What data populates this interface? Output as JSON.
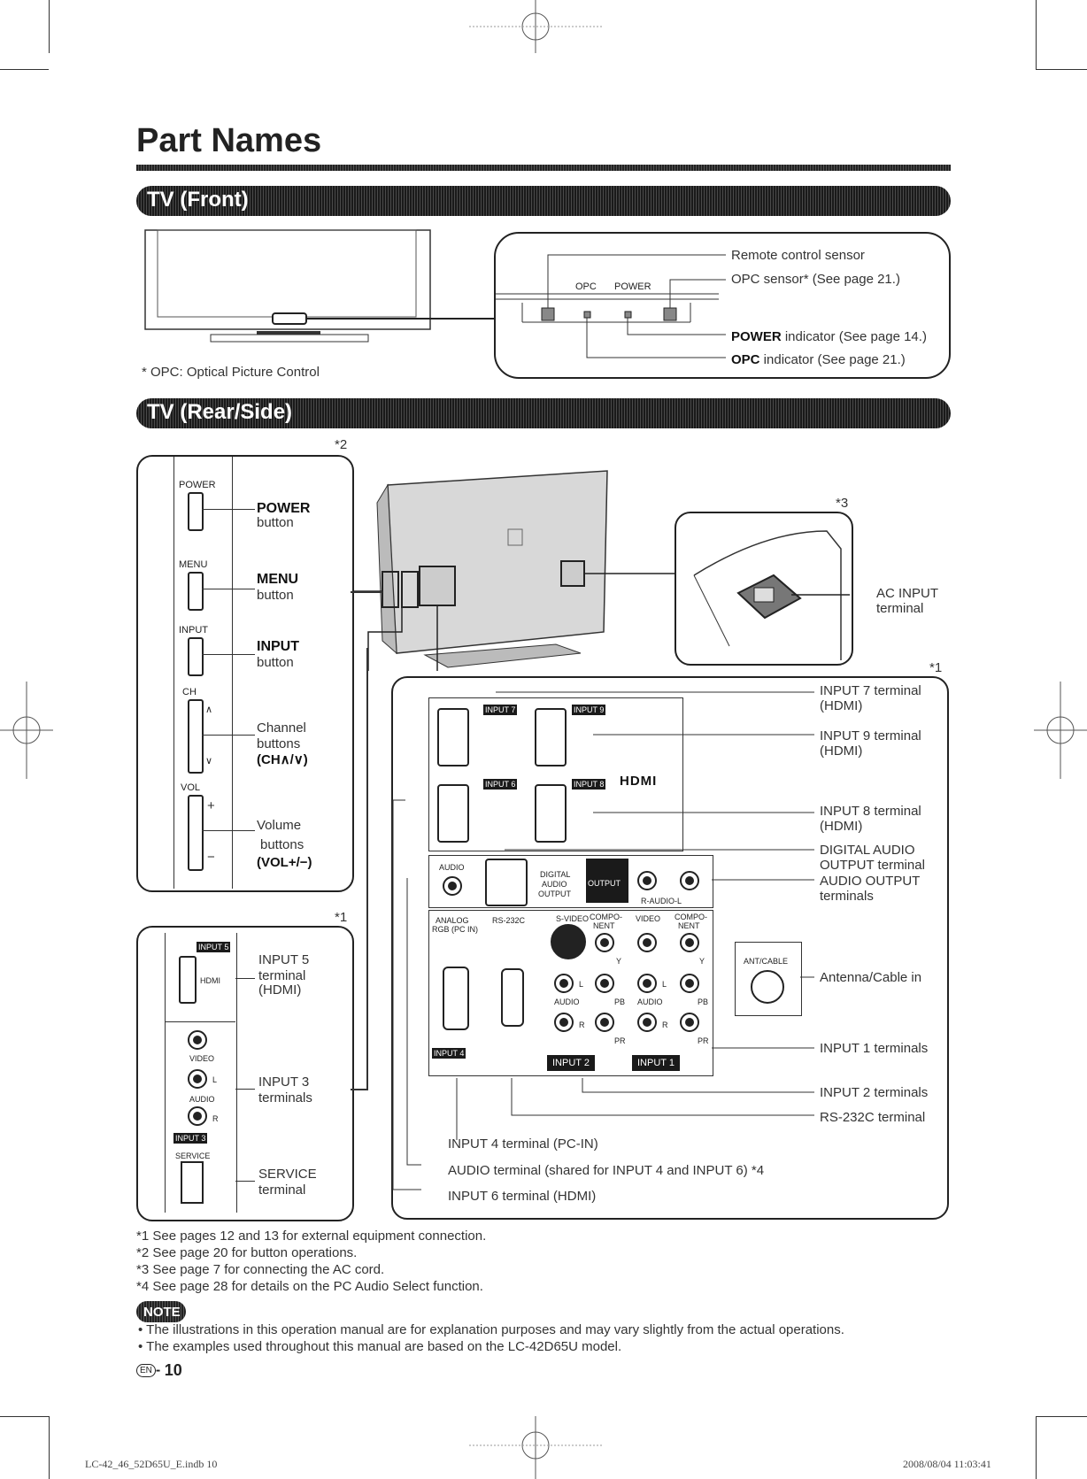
{
  "page_title": "Part Names",
  "sections": {
    "front": "TV (Front)",
    "rear": "TV (Rear/Side)"
  },
  "front": {
    "opc_note": "* OPC: Optical Picture Control",
    "panel_opc": "OPC",
    "panel_power": "POWER",
    "remote_sensor": "Remote control sensor",
    "opc_sensor": "OPC sensor* (See page 21.)",
    "power_indicator_bold": "POWER",
    "power_indicator_rest": " indicator (See page 14.)",
    "opc_indicator_bold": "OPC",
    "opc_indicator_rest": " indicator (See page 21.)"
  },
  "side_panel": {
    "ref": "*2",
    "power_tag": "POWER",
    "power_bold": "POWER",
    "power_rest": "button",
    "menu_tag": "MENU",
    "menu_bold": "MENU",
    "menu_rest": "button",
    "input_tag": "INPUT",
    "input_bold": "INPUT",
    "input_rest": "button",
    "ch_tag": "CH",
    "channel_1": "Channel",
    "channel_2": "buttons",
    "channel_3": "(CH∧/∨)",
    "vol_tag": "VOL",
    "volume_1": "Volume",
    "volume_2": "buttons",
    "volume_3": "(VOL+/−)"
  },
  "side_terminals": {
    "ref": "*1",
    "input5_tag": "INPUT 5",
    "hdmi_tag": "HDMI",
    "input5_1": "INPUT 5",
    "input5_2": "terminal",
    "input5_3": "(HDMI)",
    "video_tag": "VIDEO",
    "audio_tag": "AUDIO",
    "l_tag": "L",
    "r_tag": "R",
    "input3_tag": "INPUT 3",
    "input3_1": "INPUT 3",
    "input3_2": "terminals",
    "service_tag": "SERVICE",
    "service_1": "SERVICE",
    "service_2": "terminal"
  },
  "ac": {
    "ref": "*3",
    "label_1": "AC INPUT",
    "label_2": "terminal"
  },
  "rear_terminals": {
    "ref": "*1",
    "input7_tag": "INPUT 7",
    "input9_tag": "INPUT 9",
    "input6_tag": "INPUT 6",
    "input8_tag": "INPUT 8",
    "hdmi_logo": "HDMI",
    "audio_tag": "AUDIO",
    "digital_tag_1": "DIGITAL",
    "digital_tag_2": "AUDIO",
    "digital_tag_3": "OUTPUT",
    "output_tag": "OUTPUT",
    "raudio_tag": "R-AUDIO-L",
    "analog_tag_1": "ANALOG",
    "analog_tag_2": "RGB (PC IN)",
    "rs232_tag": "RS-232C",
    "svideo_tag": "S-VIDEO",
    "compo_tag_1": "COMPO-",
    "compo_tag_2": "NENT",
    "video_tag": "VIDEO",
    "compo2_tag_1": "COMPO-",
    "compo2_tag_2": "NENT",
    "input4_tag": "INPUT 4",
    "input2_tag": "INPUT 2",
    "input1_tag": "INPUT 1",
    "antcable_tag": "ANT/CABLE",
    "y_tag": "Y",
    "pb_tag": "PB",
    "pr_tag": "PR",
    "l_tag": "L",
    "r_tag": "R",
    "audio_small": "AUDIO",
    "input7_1": "INPUT 7 terminal",
    "input7_2": "(HDMI)",
    "input9_1": "INPUT 9 terminal",
    "input9_2": "(HDMI)",
    "input8_1": "INPUT 8 terminal",
    "input8_2": "(HDMI)",
    "digital_1": "DIGITAL AUDIO",
    "digital_2": "OUTPUT terminal",
    "audioout_1": "AUDIO OUTPUT",
    "audioout_2": "terminals",
    "antenna": "Antenna/Cable in",
    "input1": "INPUT 1 terminals",
    "input2": "INPUT 2 terminals",
    "rs232": "RS-232C terminal",
    "input4": "INPUT 4 terminal (PC-IN)",
    "audio_shared": "AUDIO terminal (shared for INPUT 4 and INPUT 6) *4",
    "input6": "INPUT 6 terminal (HDMI)"
  },
  "footnotes": [
    "*1 See pages 12 and 13 for external equipment connection.",
    "*2 See page 20 for button operations.",
    "*3 See page 7 for connecting the AC cord.",
    "*4 See page 28 for details on the PC Audio Select function."
  ],
  "note_badge": "NOTE",
  "notes": [
    "The illustrations in this operation manual are for explanation purposes and may vary slightly from the actual operations.",
    "The examples used throughout this manual are based on the LC-42D65U model."
  ],
  "page_number": {
    "lang": "EN",
    "sep": "- ",
    "num": "10"
  },
  "footer": {
    "file": "LC-42_46_52D65U_E.indb   10",
    "date": "2008/08/04   11:03:41"
  }
}
